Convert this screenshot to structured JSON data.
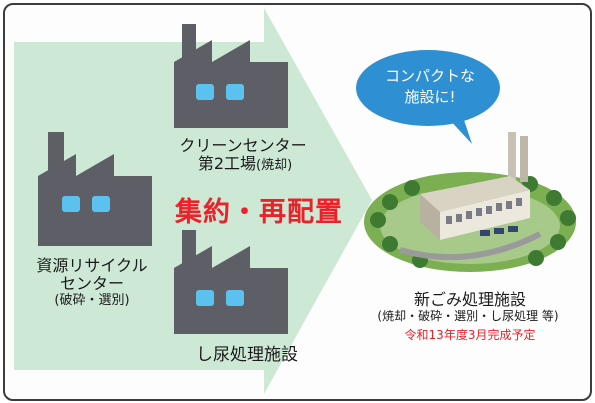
{
  "old_facilities": {
    "clean_center": {
      "line1": "クリーンセンター",
      "line2": "第2工場",
      "line2_suffix": "(焼却)",
      "icon": "factory-icon"
    },
    "recycle_center": {
      "line1": "資源リサイクル",
      "line2": "センター",
      "line3": "(破砕・選別)",
      "icon": "factory-icon"
    },
    "night_soil": {
      "label": "し尿処理施設",
      "icon": "factory-icon"
    }
  },
  "consolidation_label": "集約・再配置",
  "speech_bubble": {
    "line1": "コンパクトな",
    "line2": "施設に!"
  },
  "new_facility": {
    "name": "新ごみ処理施設",
    "detail": "(焼却・破砕・選別・し尿処理 等)",
    "schedule": "令和13年度3月完成予定"
  },
  "colors": {
    "arrow_fill": "#cde9d6",
    "factory_body": "#5e5e66",
    "factory_window": "#5bc2f0",
    "highlight_red": "#e8232a",
    "bubble_blue": "#2f8fd3"
  }
}
